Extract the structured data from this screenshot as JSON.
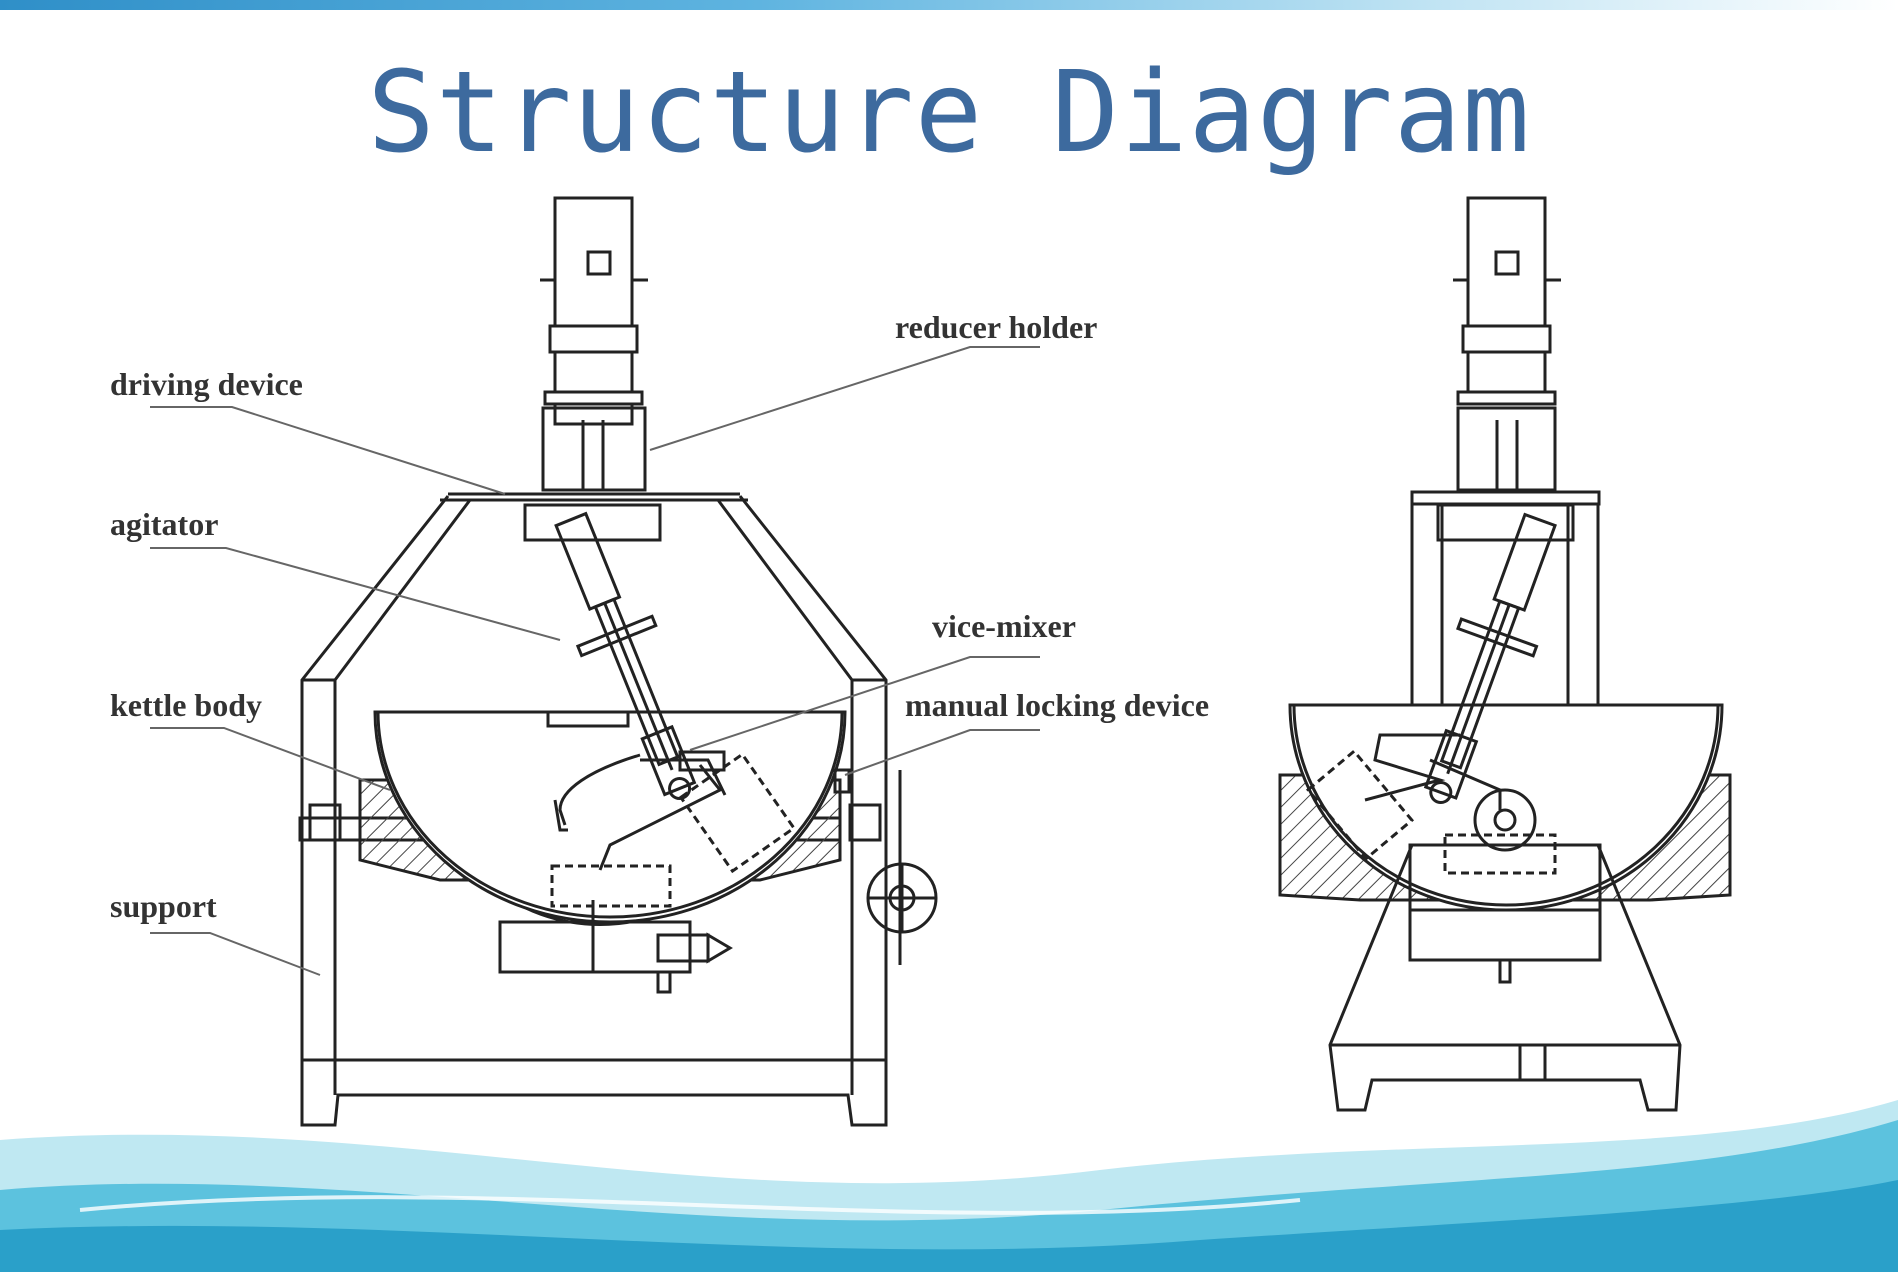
{
  "title": "Structure Diagram",
  "labels": {
    "driving_device": "driving device",
    "reducer_holder": "reducer holder",
    "agitator": "agitator",
    "vice_mixer": "vice-mixer",
    "kettle_body": "kettle body",
    "manual_locking_device": "manual locking device",
    "support": "support"
  },
  "colors": {
    "title": "#3d6a9e",
    "line": "#222222",
    "wave_light": "#bfe8f2",
    "wave_mid": "#5cc2de",
    "wave_dark": "#2aa0c9"
  }
}
